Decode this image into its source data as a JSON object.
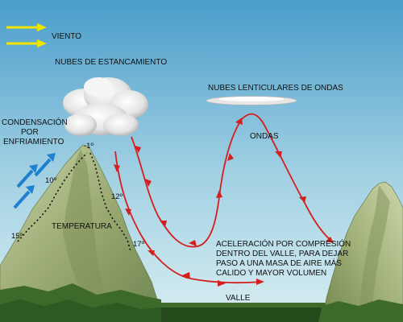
{
  "labels": {
    "viento": "VIENTO",
    "nubes_estancamiento": "NUBES DE ESTANCAMIENTO",
    "nubes_lenticulares": "NUBES LENTICULARES DE ONDAS",
    "condensacion": [
      "CONDENSACIÓN",
      "POR",
      "ENFRIAMIENTO"
    ],
    "ondas": "ONDAS",
    "temperatura": "TEMPERATURA",
    "aceleracion": [
      "ACELERACIÓN POR COMPRESIÓN",
      "DENTRO DEL VALLE, PARA DEJAR",
      "PASO A UNA MASA DE AIRE MÁS",
      "CALIDO Y MAYOR VOLUMEN"
    ],
    "valle": "VALLE"
  },
  "temperatures": {
    "summit": "-1º",
    "upper_windward": "10º",
    "base_windward": "15º",
    "upper_leeward": "12º",
    "lower_leeward": "17º"
  },
  "colors": {
    "sky_top": "#4a9ecb",
    "sky_bottom": "#cfe8f0",
    "wind_arrow": "#f2e600",
    "updraft_arrow": "#1f7fd0",
    "flow_arrow": "#d41f1f",
    "mountain": "#9aaa72",
    "forest": "#3d6a2a",
    "valley": "#1f3f1a"
  }
}
